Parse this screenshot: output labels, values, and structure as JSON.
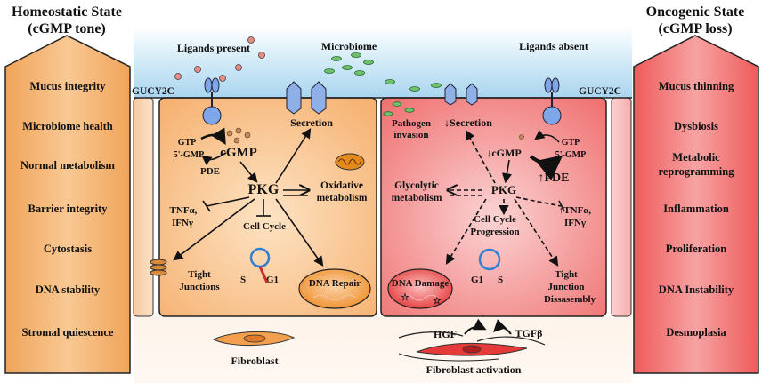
{
  "left_state": {
    "title_line1": "Homeostatic State",
    "title_line2": "(cGMP tone)"
  },
  "right_state": {
    "title_line1": "Oncogenic State",
    "title_line2": "(cGMP loss)"
  },
  "left_outcomes": [
    "Mucus integrity",
    "Microbiome health",
    "Normal metabolism",
    "Barrier integrity",
    "Cytostasis",
    "DNA stability",
    "Stromal quiescence"
  ],
  "right_outcomes": [
    "Mucus thinning",
    "Dysbiosis",
    "Metabolic",
    "reprogramming",
    "Inflammation",
    "Proliferation",
    "DNA Instability",
    "Desmoplasia"
  ],
  "lumen": {
    "ligands_present": "Ligands present",
    "ligands_absent": "Ligands absent",
    "microbiome": "Microbiome",
    "pathogen_line1": "Pathogen",
    "pathogen_line2": "invasion"
  },
  "receptor": {
    "left": "GUCY2C",
    "right": "GUCY2C"
  },
  "left_cell": {
    "gtp": "GTP",
    "gmp5": "5'-GMP",
    "cgmp": "cGMP",
    "pde": "PDE",
    "pkg": "PKG",
    "secretion": "Secretion",
    "tnf": "TNFα,",
    "ifn": "IFNγ",
    "cell_cycle": "Cell Cycle",
    "oxidative_line1": "Oxidative",
    "oxidative_line2": "metabolism",
    "tight_line1": "Tight",
    "tight_line2": "Junctions",
    "s": "S",
    "g1": "G1",
    "dna_repair": "DNA Repair"
  },
  "right_cell": {
    "secretion": "↓Secretion",
    "gtp": "GTP",
    "gmp5": "5'-GMP",
    "cgmp": "↓cGMP",
    "pde": "↑PDE",
    "pkg": "PKG",
    "glyco_line1": "Glycolytic",
    "glyco_line2": "metabolism",
    "tnf": "↑TNFα,",
    "ifn": "IFNγ",
    "cc_line1": "Cell Cycle",
    "cc_line2": "Progression",
    "g1": "G1",
    "s": "S",
    "dna_damage": "DNA Damage",
    "tj_line1": "Tight",
    "tj_line2": "Junction",
    "tj_line3": "Dissasembly"
  },
  "stroma": {
    "fibroblast": "Fibroblast",
    "hgf": "HGF",
    "tgfb": "TGFβ",
    "fibro_activation": "Fibroblast activation"
  },
  "colors": {
    "lumen_top": "#aed8f2",
    "homeo_fill": "#f5b06a",
    "onco_fill": "#f26a6a",
    "mito": "#e58a1f",
    "line": "#111111"
  }
}
